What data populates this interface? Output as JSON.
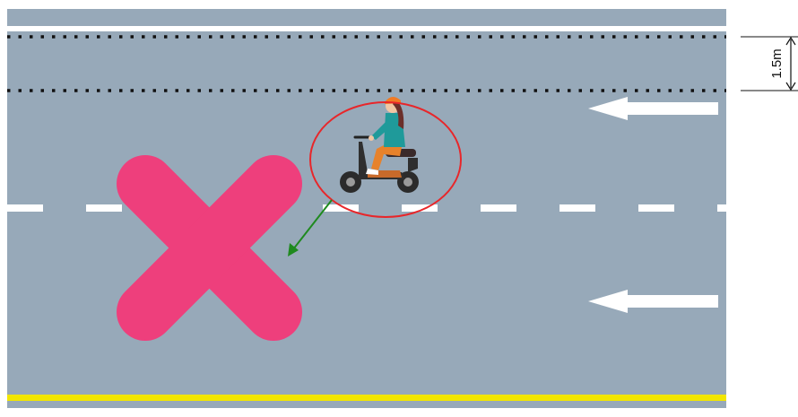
{
  "scene": {
    "road_color": "#97a9b9",
    "edge_line_top_color": "#ffffff",
    "edge_line_bottom_color": "#f2e600",
    "lane_line_color": "#ffffff",
    "dotted_line_color": "#111111",
    "prohibit_mark_color": "#ee3f7c",
    "highlight_circle_color": "#e8262a",
    "movement_arrow_color": "#1f8a1f",
    "direction_arrow_color": "#ffffff",
    "rider_icon": "woman-riding-electric-scooter-icon",
    "prohibit_icon": "cross-x-icon",
    "direction_arrows": [
      "left",
      "left"
    ]
  },
  "dimension": {
    "label": "1.5m"
  }
}
